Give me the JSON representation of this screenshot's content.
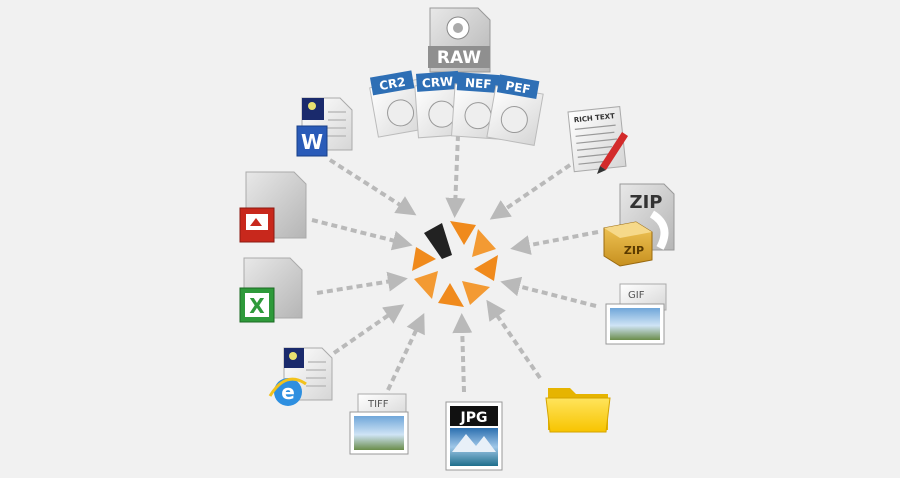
{
  "diagram": {
    "hub": {
      "icon": "orange-aperture-logo-icon"
    },
    "raw_group": {
      "label": "RAW",
      "tabs": [
        "CR2",
        "CRW",
        "NEF",
        "PEF"
      ]
    },
    "sources": [
      {
        "name": "word-document",
        "icon": "word-document-icon"
      },
      {
        "name": "rich-text",
        "icon": "rich-text-document-icon",
        "label": "RICH TEXT"
      },
      {
        "name": "powerpoint",
        "icon": "powerpoint-icon"
      },
      {
        "name": "zip-archive",
        "icon": "zip-archive-icon",
        "label": "ZIP",
        "box_label": "ZIP"
      },
      {
        "name": "excel",
        "icon": "excel-icon"
      },
      {
        "name": "gif-image",
        "icon": "gif-image-icon",
        "label": "GIF"
      },
      {
        "name": "html-document",
        "icon": "internet-explorer-document-icon"
      },
      {
        "name": "tiff-image",
        "icon": "tiff-image-icon",
        "label": "TIFF"
      },
      {
        "name": "jpg-image",
        "icon": "jpg-image-icon",
        "label": "JPG"
      },
      {
        "name": "folder",
        "icon": "folder-icon"
      }
    ],
    "colors": {
      "background": "#f1f1f1",
      "arrow": "#b9b9b9",
      "hub_orange": "#f08a1c",
      "raw_blue": "#2e6fb5",
      "folder_yellow": "#ffd21f"
    }
  }
}
